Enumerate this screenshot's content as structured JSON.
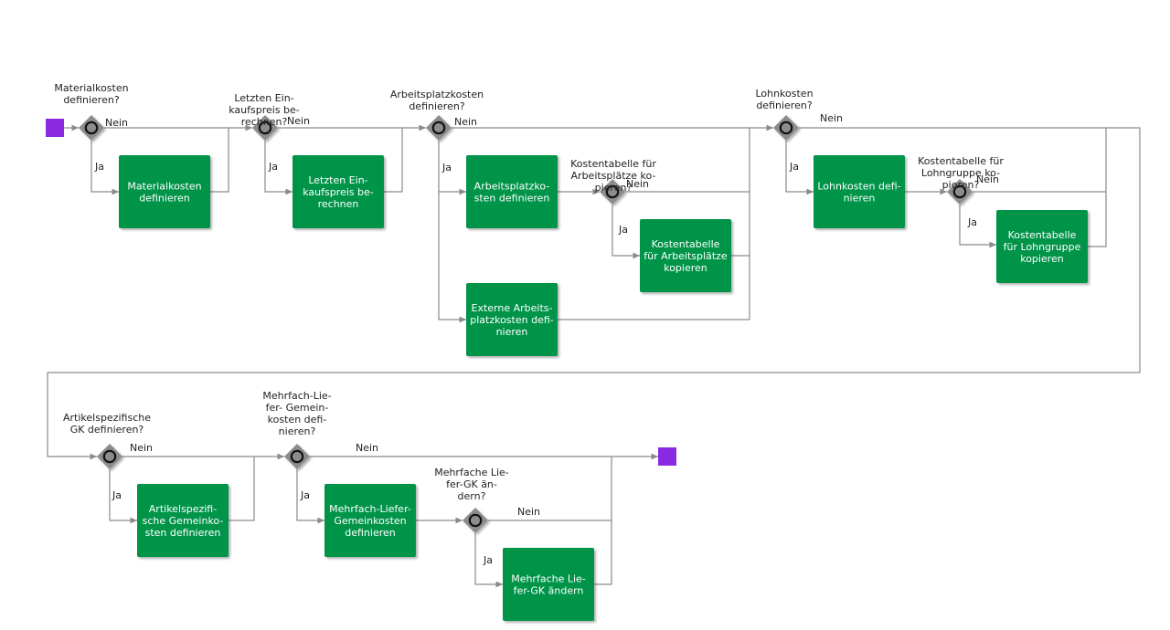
{
  "colors": {
    "task": "#03944a",
    "event": "#8a2be2",
    "gateway": "#8c8c8c",
    "flow": "#8a8a8a",
    "text": "#222222"
  },
  "events": [
    {
      "id": "start",
      "type": "start"
    },
    {
      "id": "end",
      "type": "end"
    }
  ],
  "gateways": [
    {
      "id": "g-material",
      "question": [
        "Materialkosten",
        "definieren?"
      ],
      "no": "Nein",
      "yes": "Ja"
    },
    {
      "id": "g-ek-preis",
      "question": [
        "Letzten Ein-",
        "kaufspreis be-",
        "rechnen?"
      ],
      "no": "Nein",
      "yes": "Ja"
    },
    {
      "id": "g-arbeitsplatz",
      "question": [
        "Arbeitsplatzkosten",
        "definieren?"
      ],
      "no": "Nein",
      "yes": "Ja"
    },
    {
      "id": "g-kt-arbeitsplatz",
      "question": [
        "Kostentabelle für",
        "Arbeitsplätze ko-",
        "pieren?"
      ],
      "no": "Nein",
      "yes": "Ja"
    },
    {
      "id": "g-lohn",
      "question": [
        "Lohnkosten",
        "definieren?"
      ],
      "no": "Nein",
      "yes": "Ja"
    },
    {
      "id": "g-kt-lohn",
      "question": [
        "Kostentabelle für",
        "Lohngruppe ko-",
        "pieren?"
      ],
      "no": "Nein",
      "yes": "Ja"
    },
    {
      "id": "g-artikel-gk",
      "question": [
        "Artikelspezifische",
        "GK definieren?"
      ],
      "no": "Nein",
      "yes": "Ja"
    },
    {
      "id": "g-mehrfach-gk",
      "question": [
        "Mehrfach-Lie-",
        "fer- Gemein-",
        "kosten  defi-",
        "nieren?"
      ],
      "no": "Nein",
      "yes": "Ja"
    },
    {
      "id": "g-mehrfach-aendern",
      "question": [
        "Mehrfache Lie-",
        "fer-GK än-",
        "dern?"
      ],
      "no": "Nein",
      "yes": "Ja"
    }
  ],
  "tasks": [
    {
      "id": "t-material",
      "label": [
        "Materialkosten",
        "definieren"
      ]
    },
    {
      "id": "t-ek-preis",
      "label": [
        "Letzten Ein-",
        "kaufspreis be-",
        "rechnen"
      ]
    },
    {
      "id": "t-arbeitsplatz",
      "label": [
        "Arbeitsplatzko-",
        "sten definieren"
      ]
    },
    {
      "id": "t-externe",
      "label": [
        "Externe Arbeits-",
        "platzkosten defi-",
        "nieren"
      ]
    },
    {
      "id": "t-kt-arbeitsplatz",
      "label": [
        "Kostentabelle",
        "für Arbeitsplätze",
        "kopieren"
      ]
    },
    {
      "id": "t-lohn",
      "label": [
        "Lohnkosten defi-",
        "nieren"
      ]
    },
    {
      "id": "t-kt-lohn",
      "label": [
        "Kostentabelle",
        "für Lohngruppe",
        "kopieren"
      ]
    },
    {
      "id": "t-artikel-gk",
      "label": [
        "Artikelspezifi-",
        "sche Gemeinko-",
        "sten definieren"
      ]
    },
    {
      "id": "t-mehrfach-gk",
      "label": [
        "Mehrfach-Liefer-",
        "Gemeinkosten",
        "definieren"
      ]
    },
    {
      "id": "t-mehrfach-aendern",
      "label": [
        "Mehrfache Lie-",
        "fer-GK ändern"
      ]
    }
  ]
}
